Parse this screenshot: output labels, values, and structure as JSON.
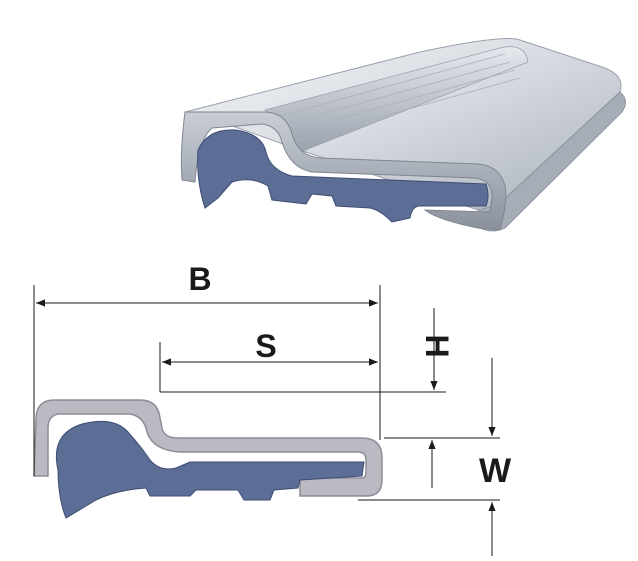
{
  "figure": {
    "dimensions": {
      "overall_width": "B",
      "inner_span": "S",
      "height": "H",
      "wall_thickness": "W"
    },
    "colors": {
      "profile_fill": "#5c6d96",
      "profile_stroke": "#3f4d73",
      "jacket_fill": "#b9bac2",
      "jacket_stroke": "#8c8d96",
      "metal_light": "#eef0f3",
      "metal_mid": "#c6ccd4",
      "metal_dark": "#8f96a1",
      "dimension_line": "#1a1a1a"
    }
  }
}
